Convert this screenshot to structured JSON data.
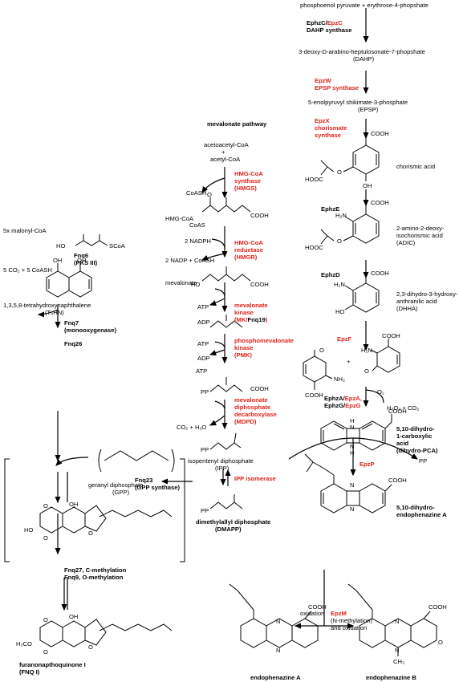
{
  "colors": {
    "enzyme_red": "#e0231a",
    "text": "#000000"
  },
  "shikimate": {
    "start": "phosphoenol pyruvate + erythrose-4-phopshate",
    "e1a": "EphzC/",
    "e1b": "EpzC",
    "e1c": "DAHP synthase",
    "dahp1": "3-deoxy-D-arabino-heptulosonate-7-phopshate",
    "dahp2": "(DAHP)",
    "e2a": "EpzW",
    "e2b": "EPSP synthase",
    "epsp1": "5-enolpyruvyl shikimate-3-phosphate",
    "epsp2": "(EPSP)",
    "e3a": "EpzX",
    "e3b": "chorismate",
    "e3c": "synthase",
    "chorismic": "chorismic acid",
    "e4": "EphzE",
    "adic1": "2-amino-2-deoxy-",
    "adic2": "isochorismic acid",
    "adic3": "(ADIC)",
    "e5": "EphzD",
    "dhha1": "2,3-dihydro-3-hydroxy-",
    "dhha2": "anthranilic acid",
    "dhha3": "(DHHA)",
    "e6": "EpzF",
    "e7a": "EphzA/",
    "e7b": "EpzA,",
    "e7c": "EphzG/",
    "e7d": "EpzG",
    "o2": "O₂",
    "h2o2": "H₂O₂ + CO₂",
    "pca1": "5,10-dihydro-",
    "pca2": "1-carboxylic",
    "pca3": "acid",
    "pca4": "(dihydro-PCA)",
    "epzp": "EpzP",
    "ppi": "PP",
    "endoA1": "5,10-dihydro-",
    "endoA2": "endophenazine A"
  },
  "mevalonate": {
    "title": "mevalonate pathway",
    "acet1": "acetoacetyl-CoA",
    "plus": "+",
    "acet2": "acetyl-CoA",
    "hmgs1": "HMG-CoA",
    "hmgs2": "synthase",
    "hmgs3": "(HMGS)",
    "coash": "CoASH",
    "hmgcoa": "HMG-CoA",
    "nadph": "2 NADPH",
    "nadp": "2 NADP + CoASH",
    "hmgr1": "HMG-CoA",
    "hmgr2": "reductase",
    "hmgr3": "(HMGR)",
    "mevalonate": "mevalonate",
    "atp1": "ATP",
    "adp1": "ADP",
    "mk1": "mevalonate",
    "mk2": "kinase",
    "mk3a": "(MK/",
    "mk3b": "Fnq19",
    "mk3c": ")",
    "atp2": "ATP",
    "adp2": "ADP",
    "pmk1": "phosphomevalonate",
    "pmk2": "kinase",
    "pmk3": "(PMK)",
    "atp3": "ATP",
    "mdpd1": "mevalonate",
    "mdpd2": "diphosphate",
    "mdpd3": "decarboxylase",
    "mdpd4": "(MDPD)",
    "co2": "CO₂ + H₂O",
    "ipp1": "isopentenyl diphosphate",
    "ipp2": "(IPP)",
    "ippiso": "IPP isomerase",
    "dmapp1": "dimethylallyl diphosphate",
    "dmapp2": "(DMAPP)",
    "cooh": "COOH",
    "coas": "CoAS",
    "o": "O",
    "ho": "HO",
    "pp": "PP"
  },
  "naphtho": {
    "malonyl": "5x malonyl-CoA",
    "fnq6": "Fnq6",
    "pks": "(PKS III)",
    "co2coash": "5 CO₂ + 5 CoASH",
    "t4hn1": "1,3,5,8-tetrahydroxynaphthalene",
    "t4hn2": "(T₄HN)",
    "fnq7": "Fnq7",
    "mono": "(monooxygenase)",
    "fnq26": "Fnq26",
    "fnq23": "Fnq23",
    "gppsyn": "(GPP synthase)",
    "gpp1": "geranyl diphosphate",
    "gpp2": "(GPP)",
    "fnq27": "Fnq27, C-methylation",
    "fnq9": "Fnq9, O-methylation",
    "fnq1": "furanonapthoquinone I",
    "fnq2": "(FNQ I)"
  },
  "endo": {
    "oxid": "oxidation",
    "epzm": "EpzM",
    "nmeth1": "(N-methylation)",
    "nmeth2": "and oxidation",
    "endoA": "endophenazine A",
    "endoB": "endophenazine B"
  },
  "atoms": {
    "oh": "OH",
    "o": "O",
    "n": "N",
    "h": "H",
    "nh2": "NH₂",
    "h2n": "H₂N",
    "cooh": "COOH",
    "h3co": "H₃CO",
    "ch3": "CH₃",
    "sco": "SCoA",
    "ho": "HO",
    "hooc": "HOOC"
  }
}
